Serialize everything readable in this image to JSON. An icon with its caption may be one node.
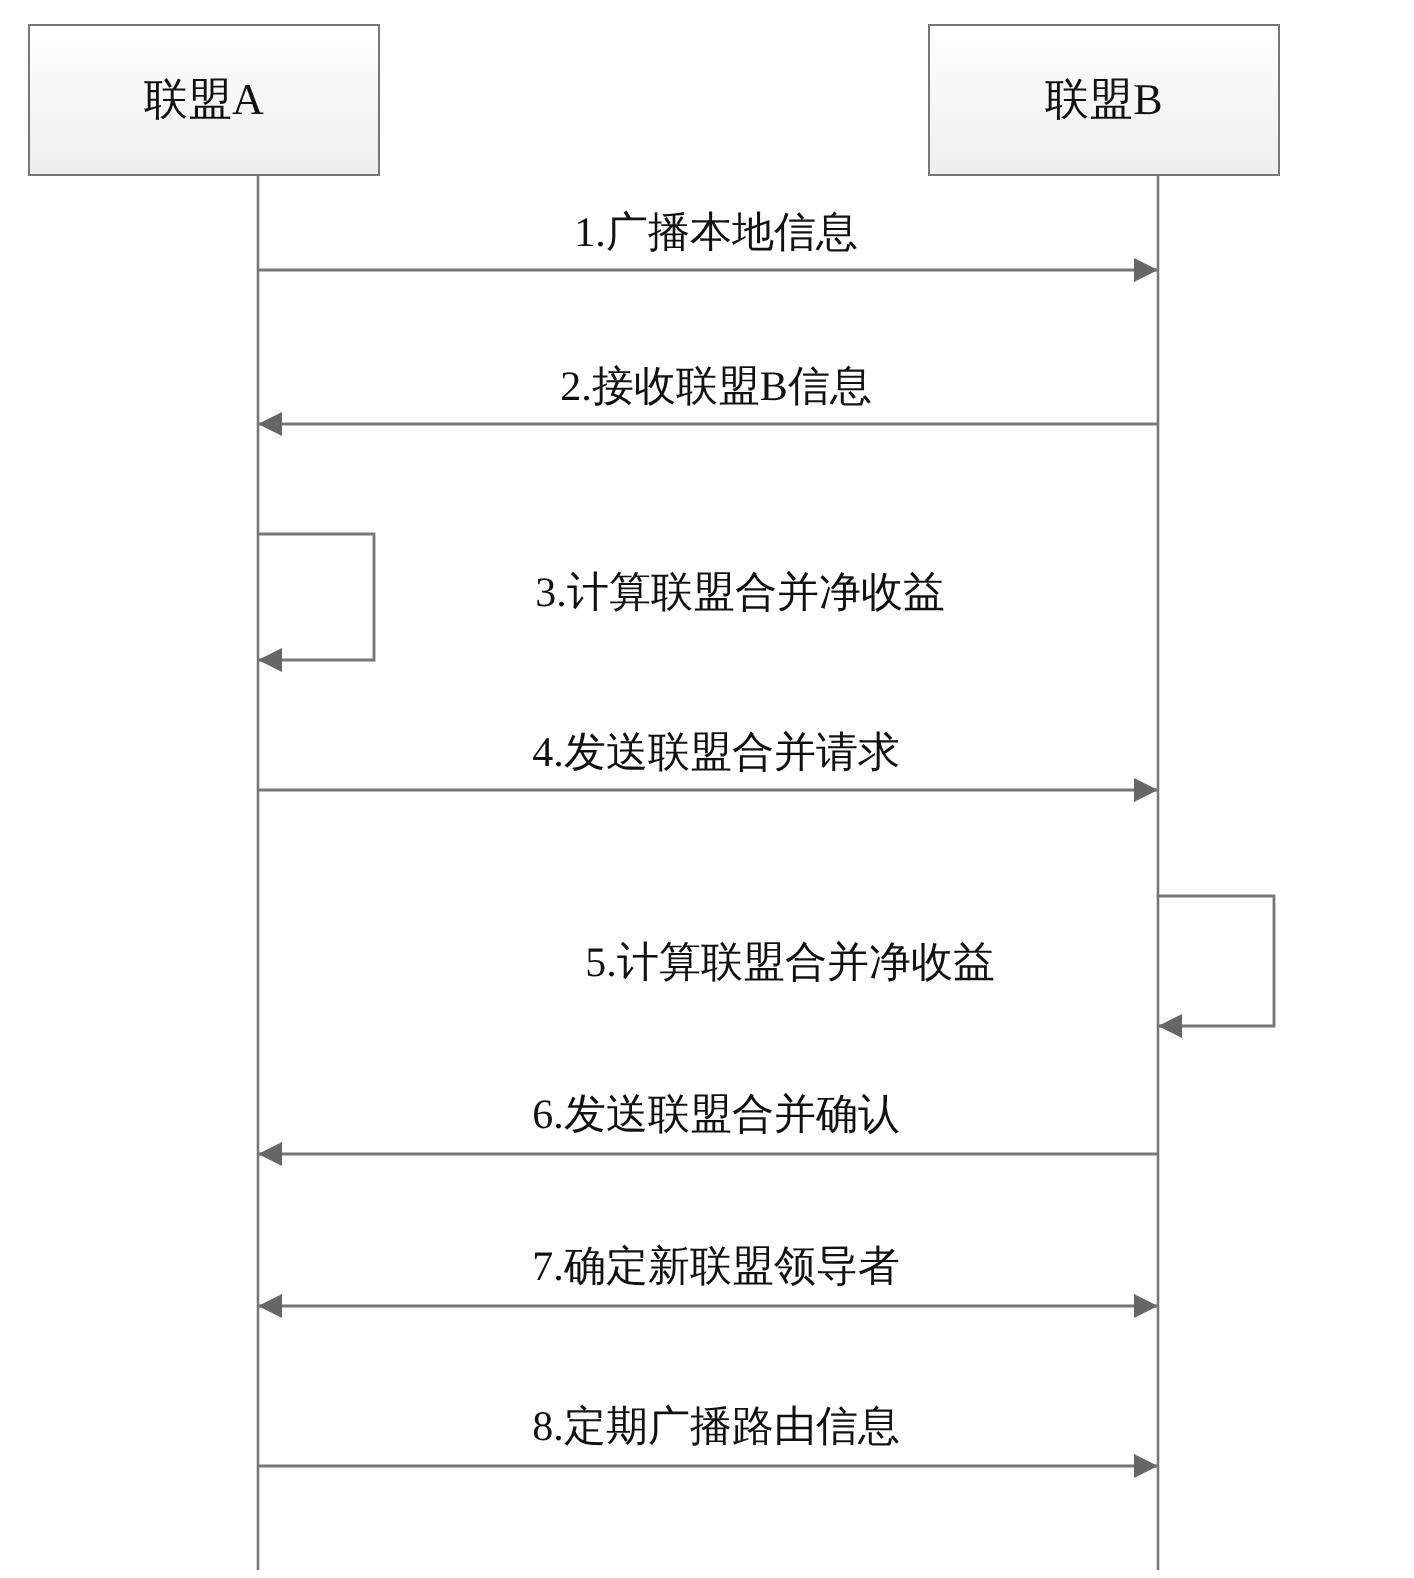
{
  "diagram": {
    "nodes": [
      {
        "text": [
          "联盟A"
        ]
      },
      {
        "text": [
          "联盟B"
        ]
      }
    ],
    "edges": [
      {
        "from": 0,
        "to": 1,
        "arrow": "to",
        "label": "1.广播本地信息"
      },
      {
        "from": 1,
        "to": 0,
        "arrow": "to",
        "label": "2.接收联盟B信息"
      },
      {
        "from": 0,
        "to": 0,
        "arrow": "to",
        "label": "3.计算联盟合并净收益"
      },
      {
        "from": 0,
        "to": 1,
        "arrow": "to",
        "label": "4.发送联盟合并请求"
      },
      {
        "from": 1,
        "to": 1,
        "arrow": "to",
        "label": "5.计算联盟合并净收益"
      },
      {
        "from": 1,
        "to": 0,
        "arrow": "to",
        "label": "6.发送联盟合并确认"
      },
      {
        "from": 0,
        "to": 1,
        "arrow": "both",
        "label": "7.确定新联盟领导者"
      },
      {
        "from": 0,
        "to": 1,
        "arrow": "to",
        "label": "8.定期广播路由信息"
      }
    ]
  }
}
